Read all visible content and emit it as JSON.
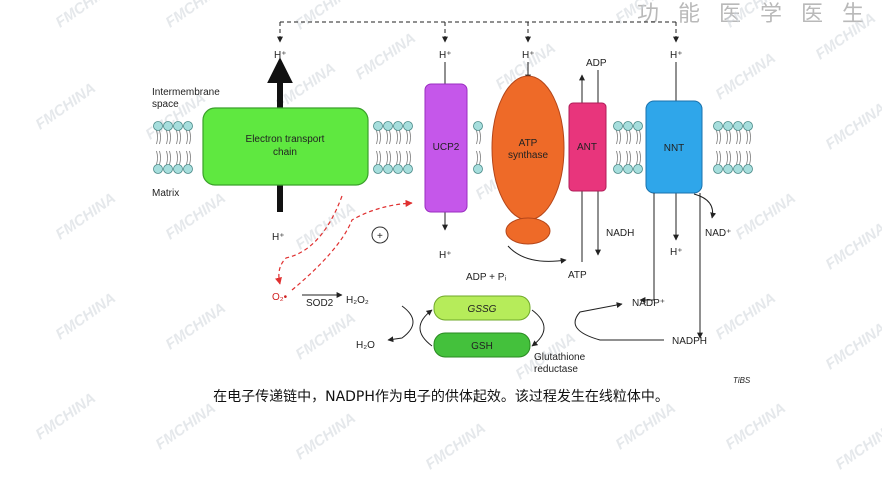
{
  "brand": "功 能 医 学 医 生",
  "watermark": "FMCHINA",
  "caption": "在电子传递链中，NADPH作为电子的供体起效。该过程发生在线粒体中。",
  "diagram": {
    "intermembrane_label": [
      "Intermembrane",
      "space"
    ],
    "matrix_label": "Matrix",
    "etc_label": [
      "Electron transport",
      "chain"
    ],
    "ucp2_label": "UCP2",
    "atp_synthase_label": [
      "ATP",
      "synthase"
    ],
    "ant_label": "ANT",
    "nnt_label": "NNT",
    "h_plus": "H⁺",
    "adp_top": "ADP",
    "adp_pi_label": "ADP + Pᵢ",
    "atp_label": "ATP",
    "nadh_label": "NADH",
    "nad_plus_label": "NAD⁺",
    "o2_label": "O₂•",
    "sod2_label": "SOD2",
    "h2o2_label": "H₂O₂",
    "h2o_label": "H₂O",
    "plus_sign": "+",
    "gssg_label": "GSSG",
    "gsh_label": "GSH",
    "nadp_plus_label": "NADP⁺",
    "nadph_label": "NADPH",
    "glutathione_reductase_label": [
      "Glutathione",
      "reductase"
    ],
    "source_label": "TiBS"
  },
  "colors": {
    "etc": "#5fe840",
    "ucp2": "#c557ea",
    "atp_synthase": "#ee6a28",
    "ant": "#e8357c",
    "nnt": "#2fa6ea",
    "gssg": "#b6ec5a",
    "gsh": "#44c13c",
    "membrane_head": "#a6dedd",
    "red_arrow": "#e03030"
  }
}
